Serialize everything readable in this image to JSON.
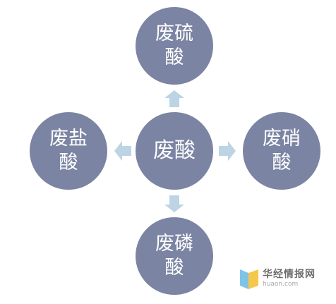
{
  "diagram": {
    "center": "废酸",
    "top": "废硫酸",
    "right": "废硝酸",
    "bottom": "废磷酸",
    "left": "废盐酸"
  },
  "watermark": {
    "name": "华经情报网",
    "domain": "huaon.com"
  },
  "colors": {
    "node": "#7b84a3",
    "arrow": "#bcd4e3",
    "text": "#ffffff"
  }
}
